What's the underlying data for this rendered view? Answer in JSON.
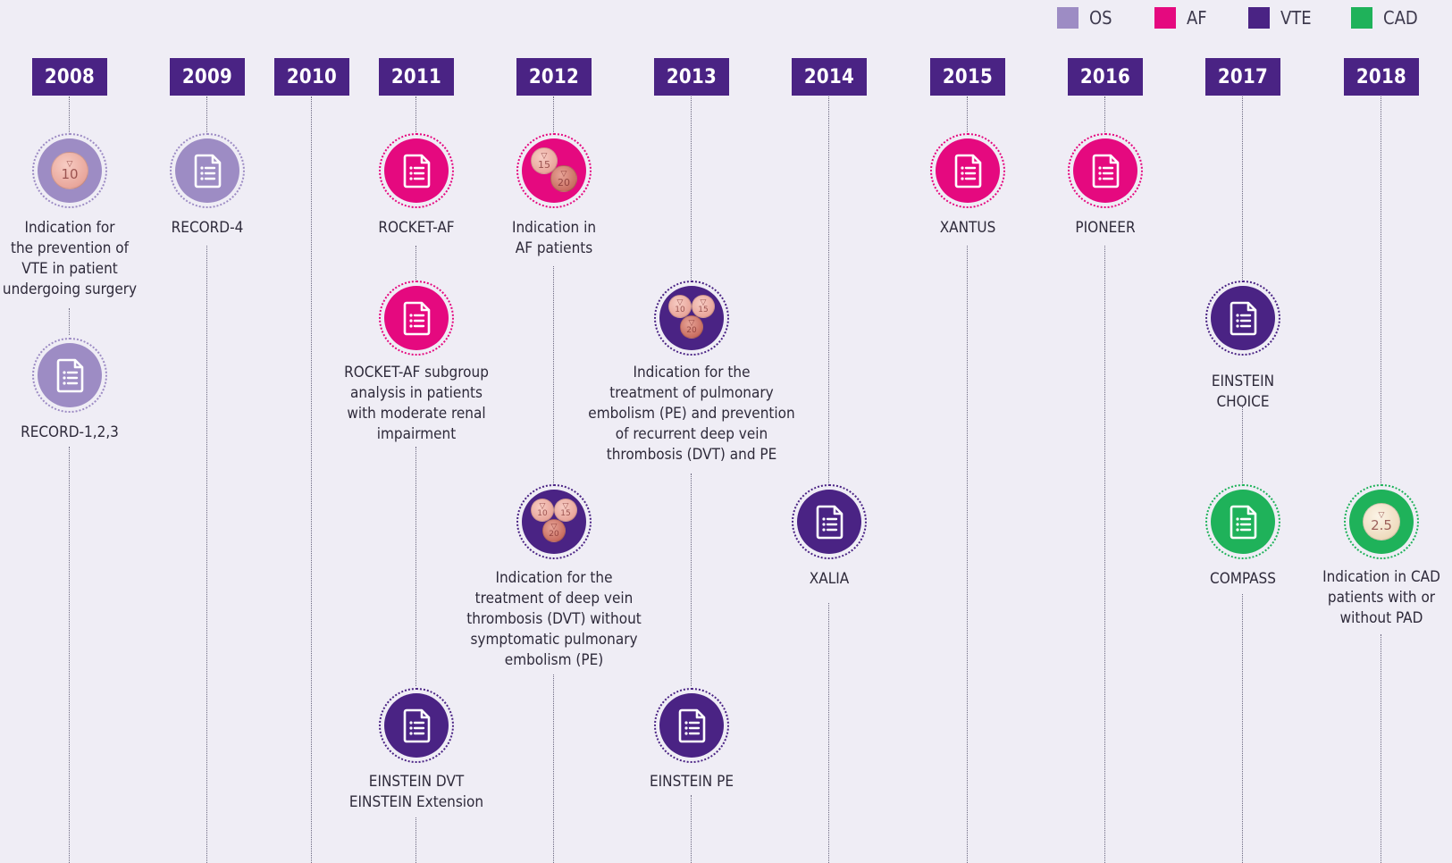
{
  "legend": [
    {
      "label": "OS",
      "color": "#9d8cc4"
    },
    {
      "label": "AF",
      "color": "#e5097f"
    },
    {
      "label": "VTE",
      "color": "#4a2384"
    },
    {
      "label": "CAD",
      "color": "#1fb25a"
    }
  ],
  "colors": {
    "OS": "#9d8cc4",
    "AF": "#e5097f",
    "VTE": "#4a2384",
    "CAD": "#1fb25a",
    "year_box": "#4a2384",
    "background": "#efedf5"
  },
  "years": [
    "2008",
    "2009",
    "2010",
    "2011",
    "2012",
    "2013",
    "2014",
    "2015",
    "2016",
    "2017",
    "2018"
  ],
  "events": [
    {
      "year": "2008",
      "category": "OS",
      "icon": "pill-icon",
      "pills": [
        "10"
      ],
      "label": "Indication for\nthe prevention of\nVTE in patient\nundergoing surgery"
    },
    {
      "year": "2008",
      "category": "OS",
      "icon": "document-icon",
      "label": "RECORD-1,2,3"
    },
    {
      "year": "2009",
      "category": "OS",
      "icon": "document-icon",
      "label": "RECORD-4"
    },
    {
      "year": "2011",
      "category": "AF",
      "icon": "document-icon",
      "label": "ROCKET-AF"
    },
    {
      "year": "2011",
      "category": "AF",
      "icon": "document-icon",
      "label": "ROCKET-AF subgroup\nanalysis in patients\nwith moderate renal\nimpairment"
    },
    {
      "year": "2011",
      "category": "VTE",
      "icon": "document-icon",
      "label": "EINSTEIN DVT\nEINSTEIN Extension"
    },
    {
      "year": "2012",
      "category": "AF",
      "icon": "pill-icon",
      "pills": [
        "15",
        "20"
      ],
      "label": "Indication in\nAF patients"
    },
    {
      "year": "2012",
      "category": "VTE",
      "icon": "pill-icon",
      "pills": [
        "10",
        "15",
        "20"
      ],
      "label": "Indication for the\ntreatment of deep vein\nthrombosis (DVT) without\nsymptomatic pulmonary\nembolism (PE)"
    },
    {
      "year": "2013",
      "category": "VTE",
      "icon": "pill-icon",
      "pills": [
        "10",
        "15",
        "20"
      ],
      "label": "Indication for the\ntreatment of pulmonary\nembolism (PE) and prevention\nof recurrent deep vein\nthrombosis (DVT) and PE"
    },
    {
      "year": "2013",
      "category": "VTE",
      "icon": "document-icon",
      "label": "EINSTEIN PE"
    },
    {
      "year": "2014",
      "category": "VTE",
      "icon": "document-icon",
      "label": "XALIA"
    },
    {
      "year": "2015",
      "category": "AF",
      "icon": "document-icon",
      "label": "XANTUS"
    },
    {
      "year": "2016",
      "category": "AF",
      "icon": "document-icon",
      "label": "PIONEER"
    },
    {
      "year": "2017",
      "category": "VTE",
      "icon": "document-icon",
      "label": "EINSTEIN\nCHOICE"
    },
    {
      "year": "2017",
      "category": "CAD",
      "icon": "document-icon",
      "label": "COMPASS"
    },
    {
      "year": "2018",
      "category": "CAD",
      "icon": "pill-icon",
      "pills": [
        "2.5"
      ],
      "label": "Indication in CAD\npatients with or\nwithout PAD"
    }
  ]
}
